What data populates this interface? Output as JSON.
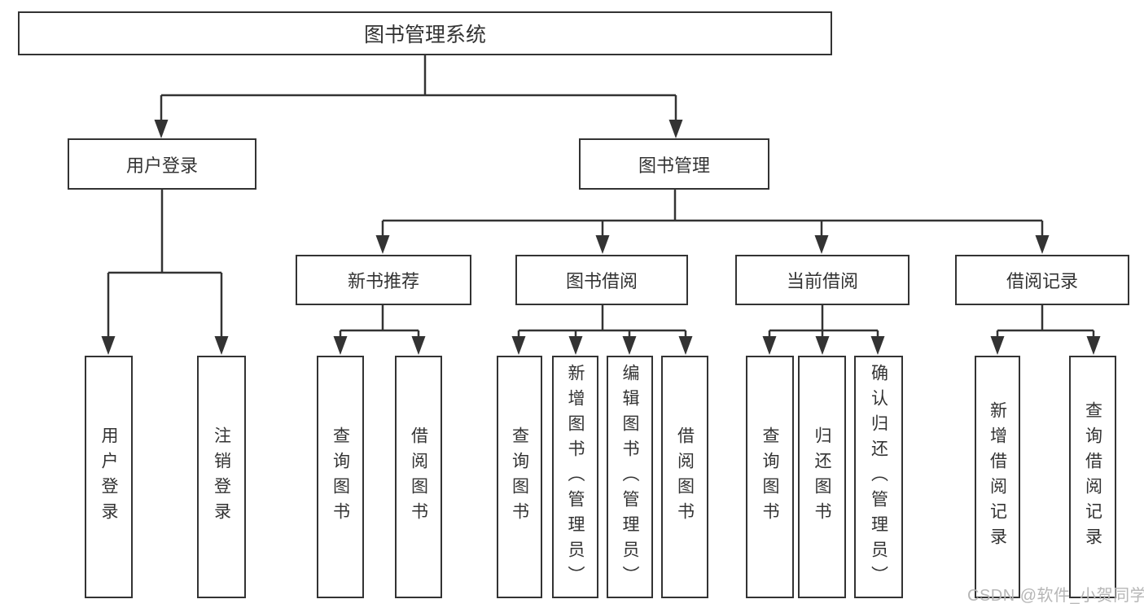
{
  "diagram": {
    "title": "图书管理系统",
    "root": {
      "label": "图书管理系统"
    },
    "level2": [
      {
        "label": "用户登录"
      },
      {
        "label": "图书管理"
      }
    ],
    "level3": [
      {
        "label": "新书推荐",
        "parent": "图书管理"
      },
      {
        "label": "图书借阅",
        "parent": "图书管理"
      },
      {
        "label": "当前借阅",
        "parent": "图书管理"
      },
      {
        "label": "借阅记录",
        "parent": "图书管理"
      }
    ],
    "leaves": [
      {
        "label": "用户登录",
        "parent": "用户登录"
      },
      {
        "label": "注销登录",
        "parent": "用户登录"
      },
      {
        "label": "查询图书",
        "parent": "新书推荐"
      },
      {
        "label": "借阅图书",
        "parent": "新书推荐"
      },
      {
        "label": "查询图书",
        "parent": "图书借阅"
      },
      {
        "label": "新增图书（管理员）",
        "parent": "图书借阅"
      },
      {
        "label": "编辑图书（管理员）",
        "parent": "图书借阅"
      },
      {
        "label": "借阅图书",
        "parent": "图书借阅"
      },
      {
        "label": "查询图书",
        "parent": "当前借阅"
      },
      {
        "label": "归还图书",
        "parent": "当前借阅"
      },
      {
        "label": "确认归还（管理员）",
        "parent": "当前借阅"
      },
      {
        "label": "新增借阅记录",
        "parent": "借阅记录"
      },
      {
        "label": "查询借阅记录",
        "parent": "借阅记录"
      }
    ]
  },
  "watermark": {
    "text": "CSDN @软件_小贺同学"
  },
  "colors": {
    "line": "#333333",
    "text": "#333333",
    "watermark": "#b6b6b6",
    "background": "#ffffff"
  }
}
